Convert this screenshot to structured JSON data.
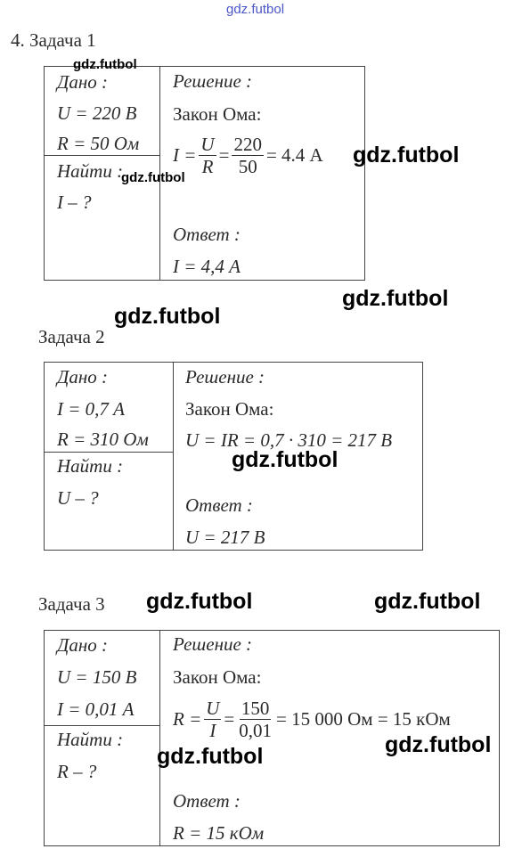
{
  "watermark": "gdz.futbol",
  "task1": {
    "title": "4. Задача 1",
    "given_header": "Дано :",
    "given_1": "U = 220 В",
    "given_2": "R = 50 Ом",
    "find_header": "Найти :",
    "find_1": "I – ?",
    "solution_header": "Решение :",
    "law": "Закон Ома:",
    "f_lhs": "I =",
    "f_num1": "U",
    "f_den1": "R",
    "f_eq": "=",
    "f_num2": "220",
    "f_den2": "50",
    "f_rhs": "= 4.4 А",
    "answer_header": "Ответ :",
    "answer": "I = 4,4 А"
  },
  "task2": {
    "title": "Задача 2",
    "given_header": "Дано :",
    "given_1": "I = 0,7 А",
    "given_2": "R = 310 Ом",
    "find_header": "Найти :",
    "find_1": "U – ?",
    "solution_header": "Решение :",
    "law": "Закон Ома:",
    "formula": "U = IR = 0,7 · 310 = 217 В",
    "answer_header": "Ответ :",
    "answer": "U = 217 В"
  },
  "task3": {
    "title": "Задача 3",
    "given_header": "Дано :",
    "given_1": "U = 150 В",
    "given_2": "I = 0,01 А",
    "find_header": "Найти :",
    "find_1": "R – ?",
    "solution_header": "Решение :",
    "law": "Закон Ома:",
    "f_lhs": "R =",
    "f_num1": "U",
    "f_den1": "I",
    "f_eq": "=",
    "f_num2": "150",
    "f_den2": "0,01",
    "f_rhs": "= 15 000 Ом = 15 кОм",
    "answer_header": "Ответ :",
    "answer": "R = 15 кОм"
  }
}
